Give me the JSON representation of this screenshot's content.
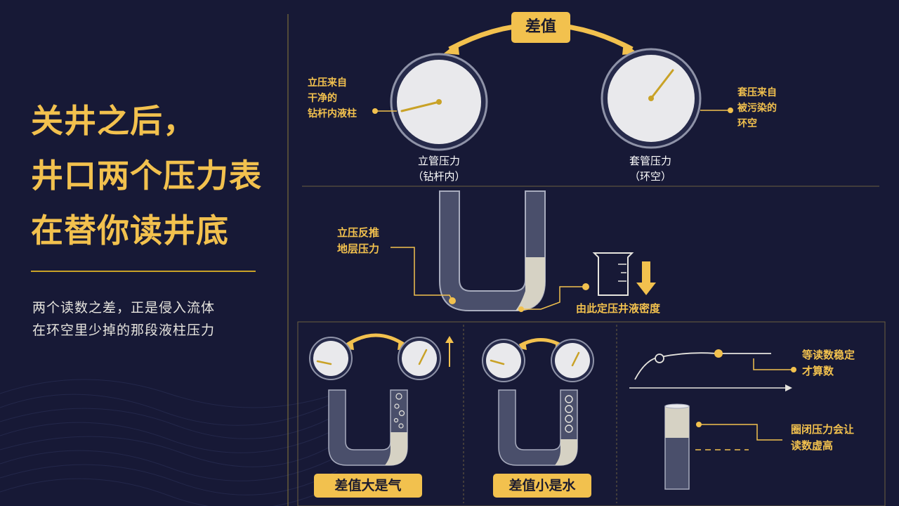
{
  "headline": {
    "line1": "关井之后，",
    "line2": "井口两个压力表",
    "line3": "在替你读井底"
  },
  "subtitle": {
    "line1": "两个读数之差，正是侵入流体",
    "line2": "在环空里少掉的那段液柱压力"
  },
  "top_section": {
    "diff_badge": "差值",
    "left_note": [
      "立压来自",
      "干净的",
      "钻杆内液柱"
    ],
    "left_gauge_label": [
      "立管压力",
      "（钻杆内）"
    ],
    "right_note": [
      "套压来自",
      "被污染的",
      "环空"
    ],
    "right_gauge_label": [
      "套管压力",
      "（环空）"
    ]
  },
  "middle_section": {
    "left_note": [
      "立压反推",
      "地层压力"
    ],
    "density_note": "由此定压井液密度"
  },
  "bottom_section": {
    "gas_badge": "差值大是气",
    "water_badge": "差值小是水",
    "stable_note": [
      "等读数稳定",
      "才算数"
    ],
    "closed_note": [
      "圈闭压力会让",
      "读数虚高"
    ]
  },
  "colors": {
    "background": "#171936",
    "accent_gold": "#f2c14e",
    "fluid_gray": "#d6d2c4",
    "tube_fill": "#4a4f6b",
    "text_white": "#ffffff"
  }
}
